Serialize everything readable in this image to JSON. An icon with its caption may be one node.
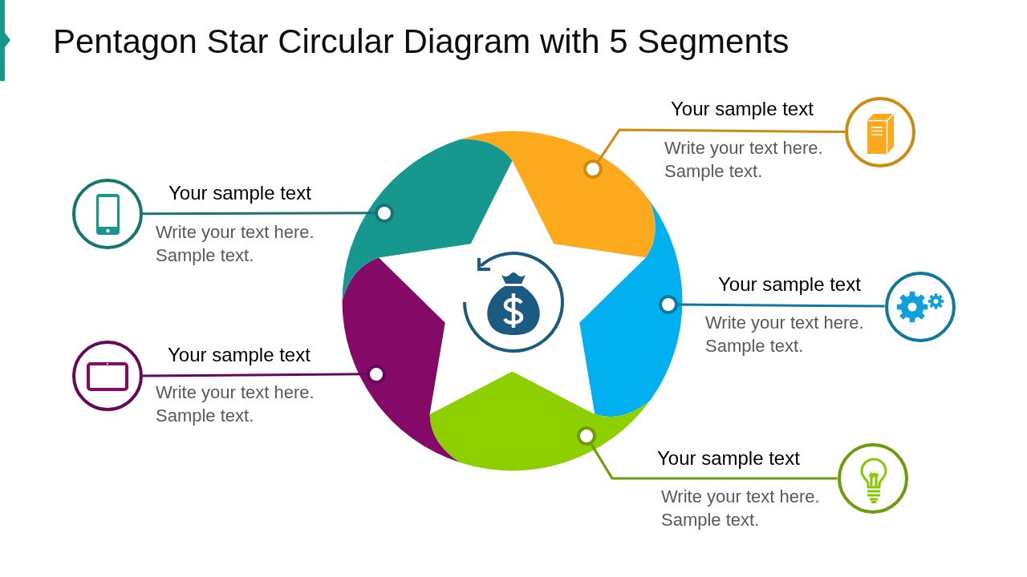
{
  "diagram": {
    "title": "Pentagon Star Circular Diagram with 5 Segments",
    "nodes": [
      {
        "text": [],
        "shape": "circle",
        "beside": [
          "Your sample text",
          "Write your text here. Sample text."
        ]
      },
      {
        "text": [],
        "shape": "circle"
      },
      {
        "text": [],
        "shape": "circle",
        "beside": [
          "Your sample text",
          "Write your text here. Sample text."
        ]
      },
      {
        "text": [],
        "shape": "circle"
      },
      {
        "text": [],
        "shape": "circle",
        "beside": [
          "Your sample text",
          "Write your text here. Sample text."
        ]
      },
      {
        "text": [],
        "shape": "circle"
      },
      {
        "text": [],
        "shape": "circle",
        "beside": [
          "Your sample text",
          "Write your text here. Sample text."
        ]
      },
      {
        "text": [],
        "shape": "circle"
      },
      {
        "text": [],
        "shape": "circle",
        "beside": [
          "Your sample text",
          "Write your text here. Sample text."
        ]
      },
      {
        "text": [],
        "shape": "circle"
      }
    ],
    "edges": [
      {
        "from": 1,
        "to": 0,
        "arrow": "none",
        "color": "#d08a0e"
      },
      {
        "from": 3,
        "to": 2,
        "arrow": "none",
        "color": "#157570"
      },
      {
        "from": 5,
        "to": 4,
        "arrow": "none",
        "color": "#10789f"
      },
      {
        "from": 7,
        "to": 6,
        "arrow": "none",
        "color": "#66085a"
      },
      {
        "from": 9,
        "to": 8,
        "arrow": "none",
        "color": "#6c9c06"
      }
    ]
  }
}
